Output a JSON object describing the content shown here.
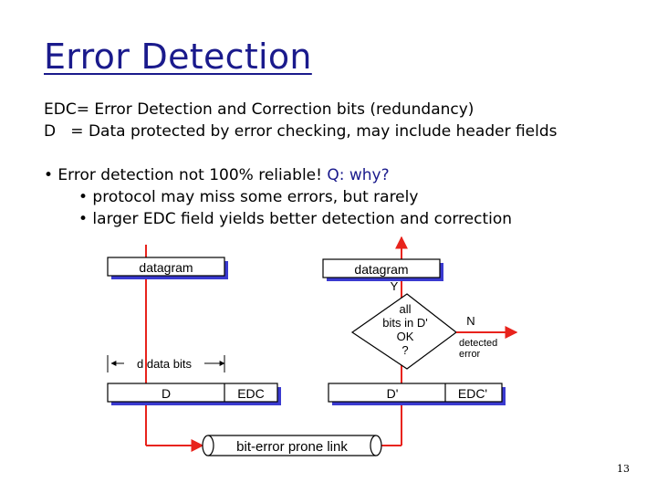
{
  "slide": {
    "title": "Error Detection",
    "definitions": [
      "EDC= Error Detection and Correction bits (redundancy)",
      "D   = Data protected by error checking, may include header fields"
    ],
    "bullet_main": "• Error detection not 100% reliable!",
    "bullet_question": "Q: why?",
    "sub_bullets": [
      "• protocol may miss some errors, but rarely",
      "• larger EDC field yields better detection and correction"
    ],
    "page_number": "13"
  },
  "diagram": {
    "sender": {
      "datagram_label": "datagram",
      "width_label": "d data bits",
      "d_label": "D",
      "edc_label": "EDC"
    },
    "receiver": {
      "datagram_label": "datagram",
      "d_label": "D'",
      "edc_label": "EDC'"
    },
    "decision": {
      "line1": "all",
      "line2": "bits in D'",
      "line3": "OK",
      "line4": "?",
      "yes": "Y",
      "no": "N",
      "detected_line1": "detected",
      "detected_line2": "error"
    },
    "link_label": "bit-error prone link",
    "colors": {
      "arrow": "#e8231c",
      "box_shadow": "#3a3ad0",
      "title": "#1a1a8c"
    }
  }
}
